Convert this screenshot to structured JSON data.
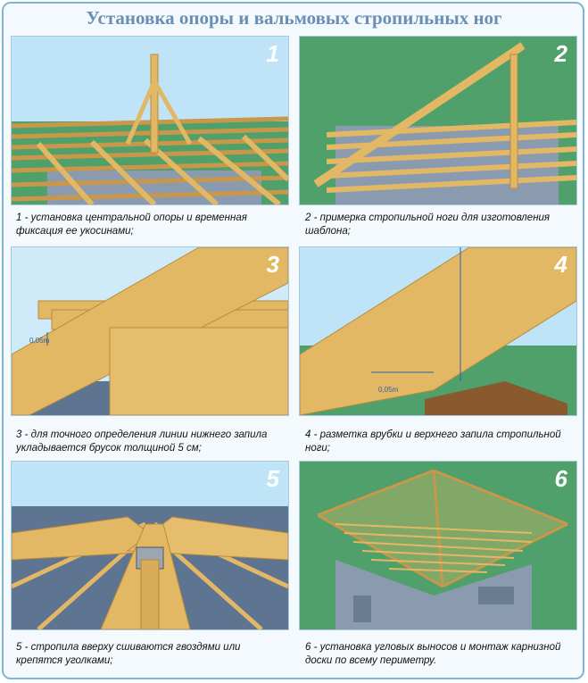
{
  "title": "Установка опоры и вальмовых стропильных ног",
  "panels": [
    {
      "number": "1",
      "caption": "1 - установка центральной опоры и временная фиксация ее укосинами;"
    },
    {
      "number": "2",
      "caption": "2 - примерка стропильной ноги для изготовления шаблона;"
    },
    {
      "number": "3",
      "caption": "3 - для точного определения линии нижнего запила укладывается брусок толщиной 5 см;",
      "measure_label": "0,05m"
    },
    {
      "number": "4",
      "caption": "4 - разметка врубки и верхнего запила стропильной ноги;",
      "measure_label": "0,05m"
    },
    {
      "number": "5",
      "caption": "5 - стропила вверху сшиваются гвоздями или крепятся уголками;"
    },
    {
      "number": "6",
      "caption": "6 - установка угловых выносов и монтаж карнизной доски по всему периметру."
    }
  ],
  "colors": {
    "sky": "#bfe3f7",
    "grass": "#4fa06a",
    "wood": "#e3b865",
    "wood_dark": "#b98a3e",
    "wall": "#8a9bb0",
    "title": "#6a8fb5"
  }
}
